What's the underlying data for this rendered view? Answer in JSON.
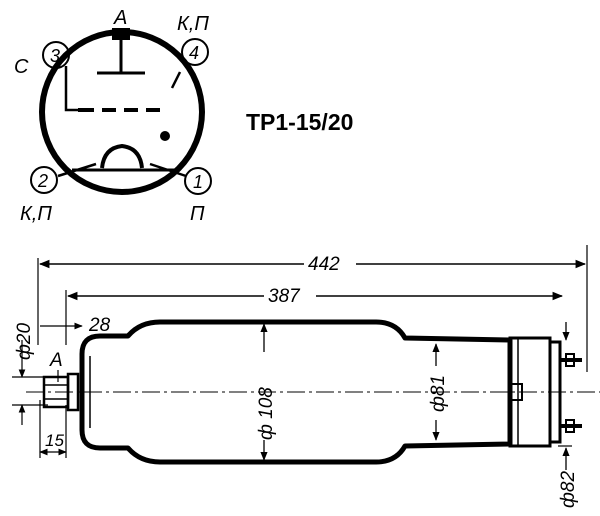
{
  "diagram": {
    "title": "ТР1-15/20",
    "pins": [
      {
        "num": "3",
        "label": "C"
      },
      {
        "num": "4",
        "label": "К,П"
      },
      {
        "num": "2",
        "label": "К,П"
      },
      {
        "num": "1",
        "label": "П"
      }
    ],
    "anode_label": "A",
    "dimensions": {
      "overall_length": "442",
      "body_length": "387",
      "cap_diameter": "ф20",
      "cap_offset": "28",
      "cap_length": "15",
      "anode_label": "A",
      "main_diameter": "ф 108",
      "shoulder_diameter": "ф81",
      "base_diameter": "ф82"
    }
  }
}
